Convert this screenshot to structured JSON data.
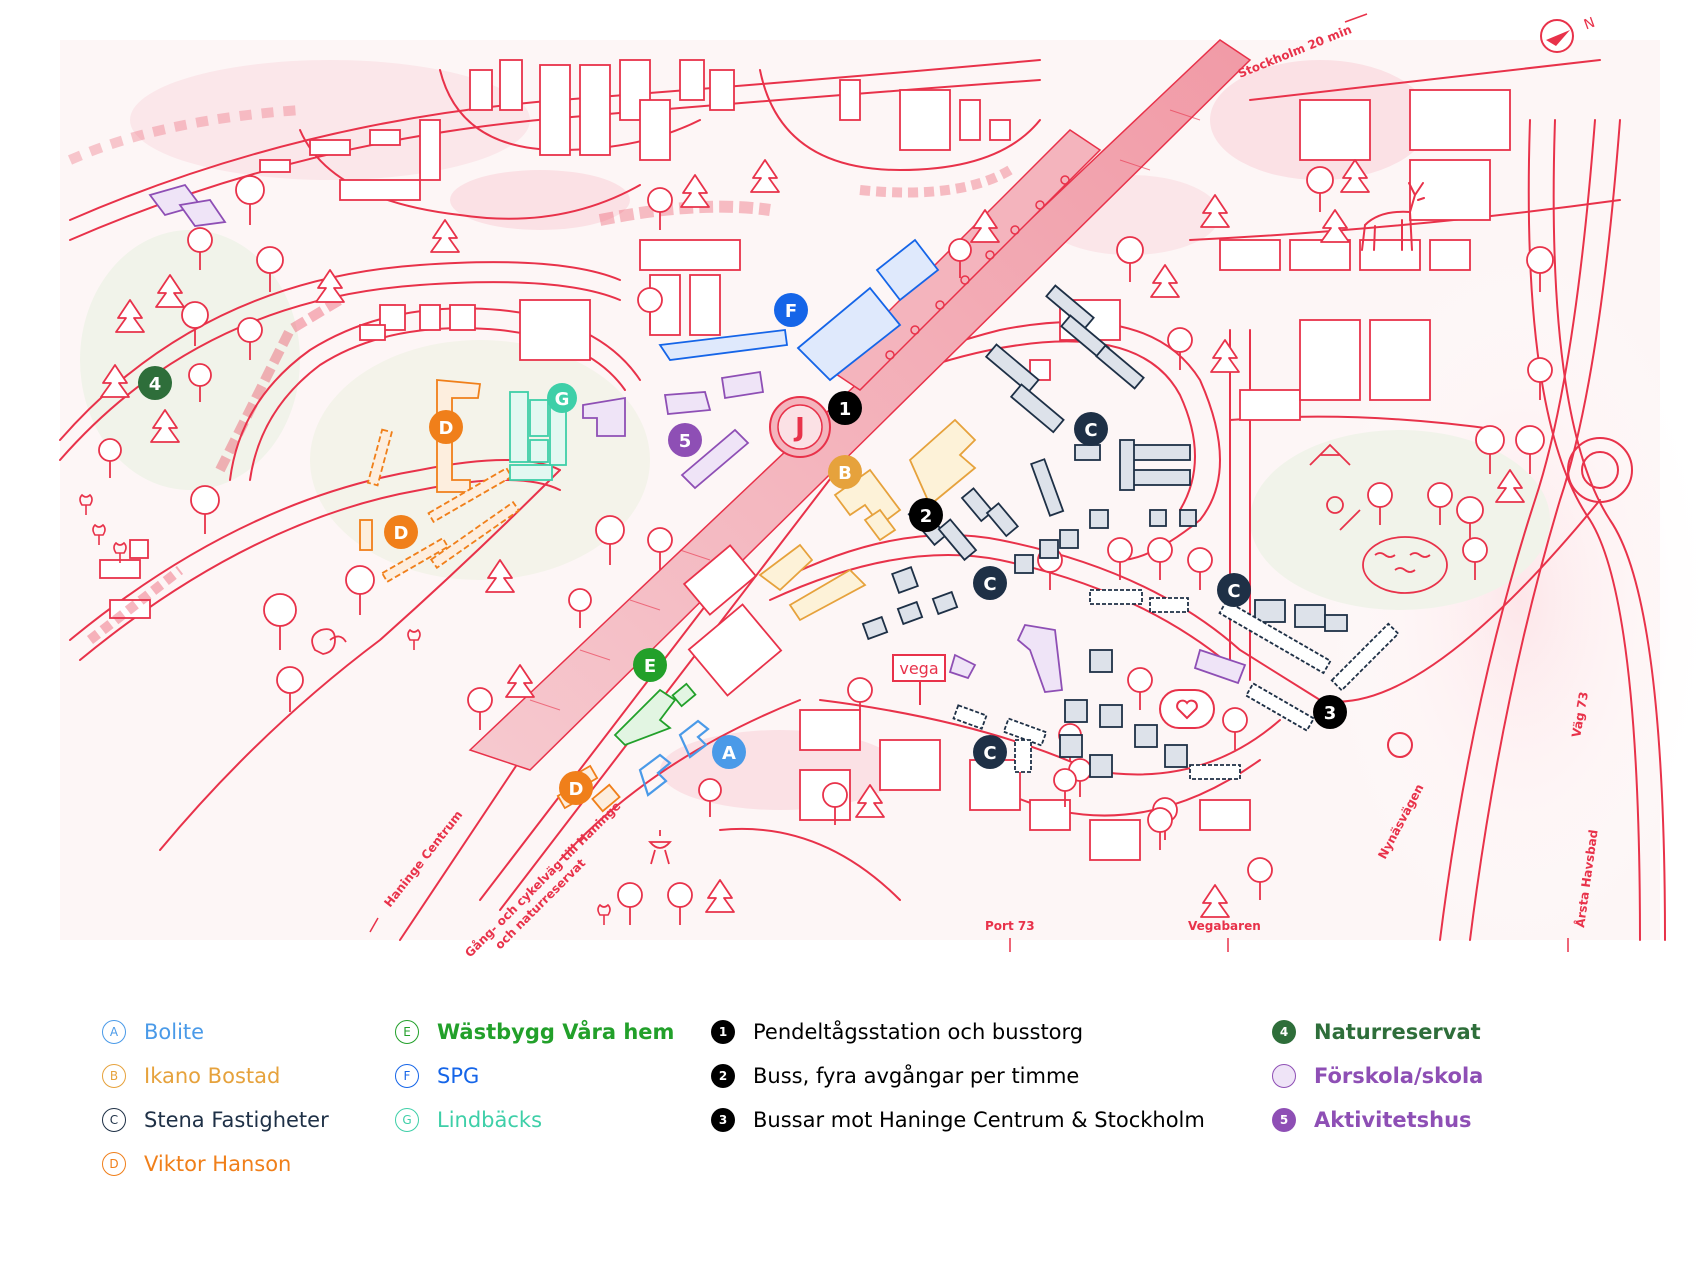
{
  "map": {
    "compass_letter": "N",
    "station_letter": "J",
    "vega_sign": "vega",
    "road_labels": {
      "stockholm": "Stockholm 20 min",
      "haninge_centrum": "Haninge Centrum",
      "path_line1": "Gång- och cykelväg till Haninge",
      "path_line2": "och naturreservat",
      "port73": "Port 73",
      "vegabaren": "Vegabaren",
      "nynasvagen": "Nynäsvägen",
      "vag73": "Väg 73",
      "arsta_havsbad": "Årsta Havsbad"
    },
    "markers": [
      {
        "label": "A",
        "color": "#4a9ae8"
      },
      {
        "label": "B",
        "color": "#e6a23c"
      },
      {
        "label": "C",
        "color": "#1e3046"
      },
      {
        "label": "C",
        "color": "#1e3046"
      },
      {
        "label": "C",
        "color": "#1e3046"
      },
      {
        "label": "C",
        "color": "#1e3046"
      },
      {
        "label": "D",
        "color": "#f07f1a"
      },
      {
        "label": "D",
        "color": "#f07f1a"
      },
      {
        "label": "D",
        "color": "#f07f1a"
      },
      {
        "label": "E",
        "color": "#22a02a"
      },
      {
        "label": "F",
        "color": "#1565e8"
      },
      {
        "label": "G",
        "color": "#3ecfa8"
      },
      {
        "label": "1",
        "color": "#000000"
      },
      {
        "label": "2",
        "color": "#000000"
      },
      {
        "label": "3",
        "color": "#000000"
      },
      {
        "label": "4",
        "color": "#2e6e3a"
      },
      {
        "label": "5",
        "color": "#8e4fb5"
      }
    ]
  },
  "legend": {
    "col1": [
      {
        "badge": "A",
        "text": "Bolite",
        "color": "#4a9ae8"
      },
      {
        "badge": "B",
        "text": "Ikano Bostad",
        "color": "#e6a23c"
      },
      {
        "badge": "C",
        "text": "Stena Fastigheter",
        "color": "#1e3046"
      },
      {
        "badge": "D",
        "text": "Viktor Hanson",
        "color": "#f07f1a"
      }
    ],
    "col2": [
      {
        "badge": "E",
        "text": "Wästbygg Våra hem",
        "color": "#22a02a"
      },
      {
        "badge": "F",
        "text": "SPG",
        "color": "#1565e8"
      },
      {
        "badge": "G",
        "text": "Lindbäcks",
        "color": "#3ecfa8"
      }
    ],
    "col3": [
      {
        "badge": "1",
        "text": "Pendeltågsstation och busstorg",
        "color": "#000000"
      },
      {
        "badge": "2",
        "text": "Buss, fyra avgångar per timme",
        "color": "#000000"
      },
      {
        "badge": "3",
        "text": "Bussar mot Haninge Centrum & Stockholm",
        "color": "#000000"
      }
    ],
    "col4": [
      {
        "badge": "4",
        "text": "Naturreservat",
        "color": "#2e6e3a"
      },
      {
        "badge": "",
        "text": "Förskola/skola",
        "color": "#8e4fb5",
        "swatch": "#efe4f7"
      },
      {
        "badge": "5",
        "text": "Aktivitetshus",
        "color": "#8e4fb5"
      }
    ]
  }
}
